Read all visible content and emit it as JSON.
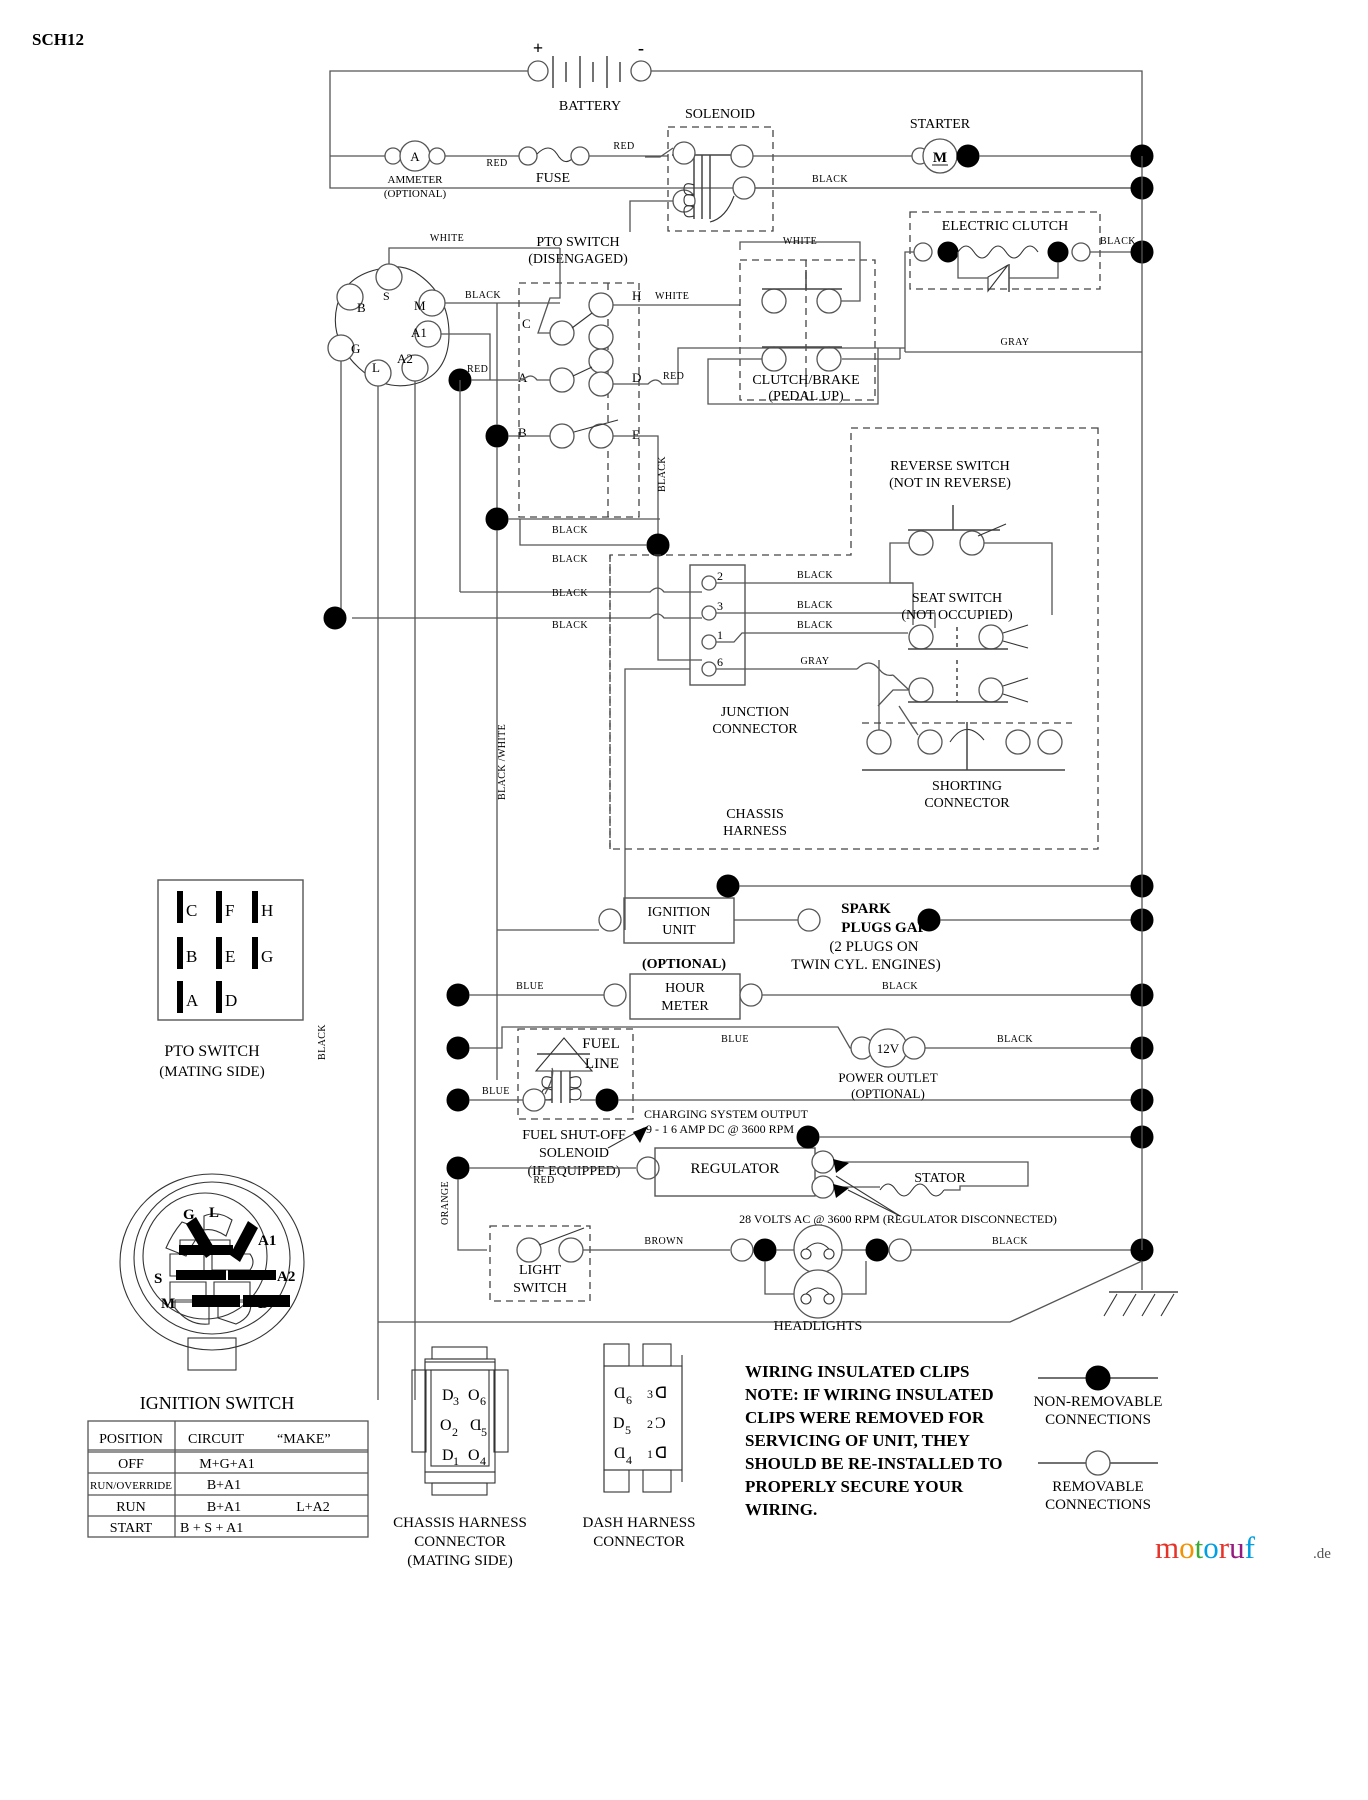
{
  "sheet": {
    "code": "SCH12",
    "watermark": "motoruf",
    "watermark_suffix": ".de"
  },
  "components": {
    "battery": "BATTERY",
    "battery_plus": "+",
    "battery_minus": "-",
    "ammeter": "AMMETER",
    "ammeter_note": "(OPTIONAL)",
    "ammeter_sym": "A",
    "fuse": "FUSE",
    "solenoid": "SOLENOID",
    "starter": "STARTER",
    "starter_sym": "M",
    "electric_clutch": "ELECTRIC CLUTCH",
    "pto_switch": "PTO SWITCH",
    "pto_switch_state": "(DISENGAGED)",
    "clutch_brake": "CLUTCH/BRAKE",
    "clutch_brake_state": "(PEDAL UP)",
    "reverse_switch": "REVERSE SWITCH",
    "reverse_switch_state": "(NOT IN REVERSE)",
    "seat_switch": "SEAT SWITCH",
    "seat_switch_state": "(NOT OCCUPIED)",
    "shorting_connector_l1": "SHORTING",
    "shorting_connector_l2": "CONNECTOR",
    "junction_connector_l1": "JUNCTION",
    "junction_connector_l2": "CONNECTOR",
    "chassis_harness_l1": "CHASSIS",
    "chassis_harness_l2": "HARNESS",
    "ignition_unit_l1": "IGNITION",
    "ignition_unit_l2": "UNIT",
    "spark_l1": "SPARK",
    "spark_l2": "PLUGS GAP",
    "spark_l3": "(2 PLUGS ON",
    "spark_l4": "TWIN CYL. ENGINES)",
    "hour_meter_opt": "(OPTIONAL)",
    "hour_meter_l1": "HOUR",
    "hour_meter_l2": "METER",
    "fuel_line_l1": "FUEL",
    "fuel_line_l2": "LINE",
    "fuel_solenoid_l1": "FUEL SHUT-OFF",
    "fuel_solenoid_l2": "SOLENOID",
    "fuel_solenoid_l3": "(IF EQUIPPED)",
    "power_outlet_value": "12V",
    "power_outlet_l1": "POWER OUTLET",
    "power_outlet_l2": "(OPTIONAL)",
    "regulator": "REGULATOR",
    "stator": "STATOR",
    "light_switch_l1": "LIGHT",
    "light_switch_l2": "SWITCH",
    "headlights": "HEADLIGHTS",
    "charging_output_l1": "CHARGING SYSTEM OUTPUT",
    "charging_output_l2": "9 - 1 6 AMP DC @ 3600 RPM",
    "stator_output": "28 VOLTS AC @ 3600 RPM (REGULATOR DISCONNECTED)"
  },
  "wire_labels": {
    "red1": "RED",
    "red2": "RED",
    "red3": "RED",
    "red4": "RED",
    "black_starter": "BLACK",
    "black_clutch": "BLACK",
    "white_top": "WHITE",
    "white_pto": "WHITE",
    "white_h": "WHITE",
    "black_ign": "BLACK",
    "gray_right": "GRAY",
    "black_vert1": "BLACK",
    "black_bus1": "BLACK",
    "black_bus2": "BLACK",
    "black_bus3": "BLACK",
    "black_bus4": "BLACK",
    "black_j2": "BLACK",
    "black_j3": "BLACK",
    "black_j1": "BLACK",
    "gray_j6": "GRAY",
    "black_white_vert": "BLACK /WHITE",
    "black_left_vert": "BLACK",
    "orange_vert": "ORANGE",
    "blue_hour": "BLUE",
    "black_hour": "BLACK",
    "blue_outlet": "BLUE",
    "black_outlet": "BLACK",
    "blue_fuel": "BLUE",
    "red_reg": "RED",
    "brown_light": "BROWN",
    "black_head": "BLACK"
  },
  "pto_terminals": {
    "c": "C",
    "a": "A",
    "b": "B",
    "h": "H",
    "d": "D",
    "e": "E"
  },
  "ignition_terminals": {
    "b": "B",
    "s": "S",
    "m": "M",
    "a1": "A1",
    "a2": "A2",
    "g": "G",
    "l": "L"
  },
  "junction_pins": [
    "2",
    "3",
    "1",
    "6"
  ],
  "pto_mating": {
    "title": "PTO SWITCH",
    "subtitle": "(MATING SIDE)",
    "pins": [
      "C",
      "F",
      "H",
      "B",
      "E",
      "G",
      "A",
      "D"
    ]
  },
  "ignition_switch_legend": {
    "title": "IGNITION SWITCH",
    "pin_labels": [
      "G",
      "L",
      "A1",
      "A2",
      "S",
      "M",
      "B"
    ],
    "table": {
      "headers": [
        "POSITION",
        "CIRCUIT",
        "“MAKE”"
      ],
      "rows": [
        {
          "position": "OFF",
          "circuit": "M+G+A1",
          "make": ""
        },
        {
          "position": "RUN/OVERRIDE",
          "circuit": "B+A1",
          "make": ""
        },
        {
          "position": "RUN",
          "circuit": "B+A1",
          "make": "L+A2"
        },
        {
          "position": "START",
          "circuit": "B + S + A1",
          "make": ""
        }
      ]
    }
  },
  "chassis_connector": {
    "title_l1": "CHASSIS HARNESS",
    "title_l2": "CONNECTOR",
    "title_l3": "(MATING SIDE)",
    "pins": [
      "3",
      "6",
      "2",
      "5",
      "1",
      "4"
    ]
  },
  "dash_connector": {
    "title_l1": "DASH HARNESS",
    "title_l2": "CONNECTOR",
    "pins": [
      "6",
      "3",
      "5",
      "2",
      "4",
      "1"
    ]
  },
  "notes": {
    "title": "WIRING INSULATED CLIPS",
    "lines": [
      "NOTE:  IF WIRING INSULATED",
      "CLIPS WERE REMOVED FOR",
      "SERVICING OF UNIT, THEY",
      "SHOULD BE RE-INSTALLED TO",
      "PROPERLY SECURE YOUR",
      "WIRING."
    ]
  },
  "legend": {
    "non_removable_l1": "NON-REMOVABLE",
    "non_removable_l2": "CONNECTIONS",
    "removable_l1": "REMOVABLE",
    "removable_l2": "CONNECTIONS"
  },
  "colors": {
    "line": "#555555",
    "text": "#000000",
    "background": "#ffffff"
  }
}
